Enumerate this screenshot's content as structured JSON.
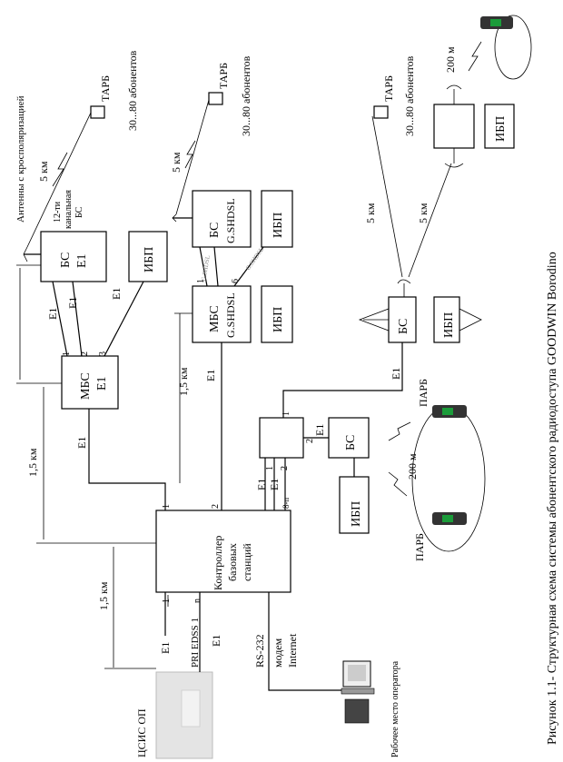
{
  "caption": "Рисунок 1.1- Структурная схема системы абонентского радиодоступа GOODWIN Borodino",
  "controller": {
    "line1": "Контроллер",
    "line2": "базовых",
    "line3": "станций"
  },
  "exchange": "ЦСИС ОП",
  "workstation": "Рабочее место оператора",
  "modem": "модем",
  "internet": "Internet",
  "rs232": "RS-232",
  "pri": "PRI EDSS 1",
  "e1": "E1",
  "mbs": "МБС",
  "bs": "БС",
  "ibp": "ИБП",
  "gshdsl": "G.SHDSL",
  "gshdsl_faint": "G.SHDSL",
  "tarb": "ТАРБ",
  "parb": "ПАРБ",
  "subscribers": "30...80 абонентов",
  "km5": "5 км",
  "km15": "1,5 км",
  "m200": "200 м",
  "antennas": "Антенны с кросполяризацией",
  "bs12": {
    "l1": "12-ти",
    "l2": "канальная",
    "l3": "БС"
  },
  "port": {
    "p1": "1",
    "p2": "2",
    "p3": "3",
    "p6": "6",
    "pn": "n",
    "p8n": "8-n"
  }
}
